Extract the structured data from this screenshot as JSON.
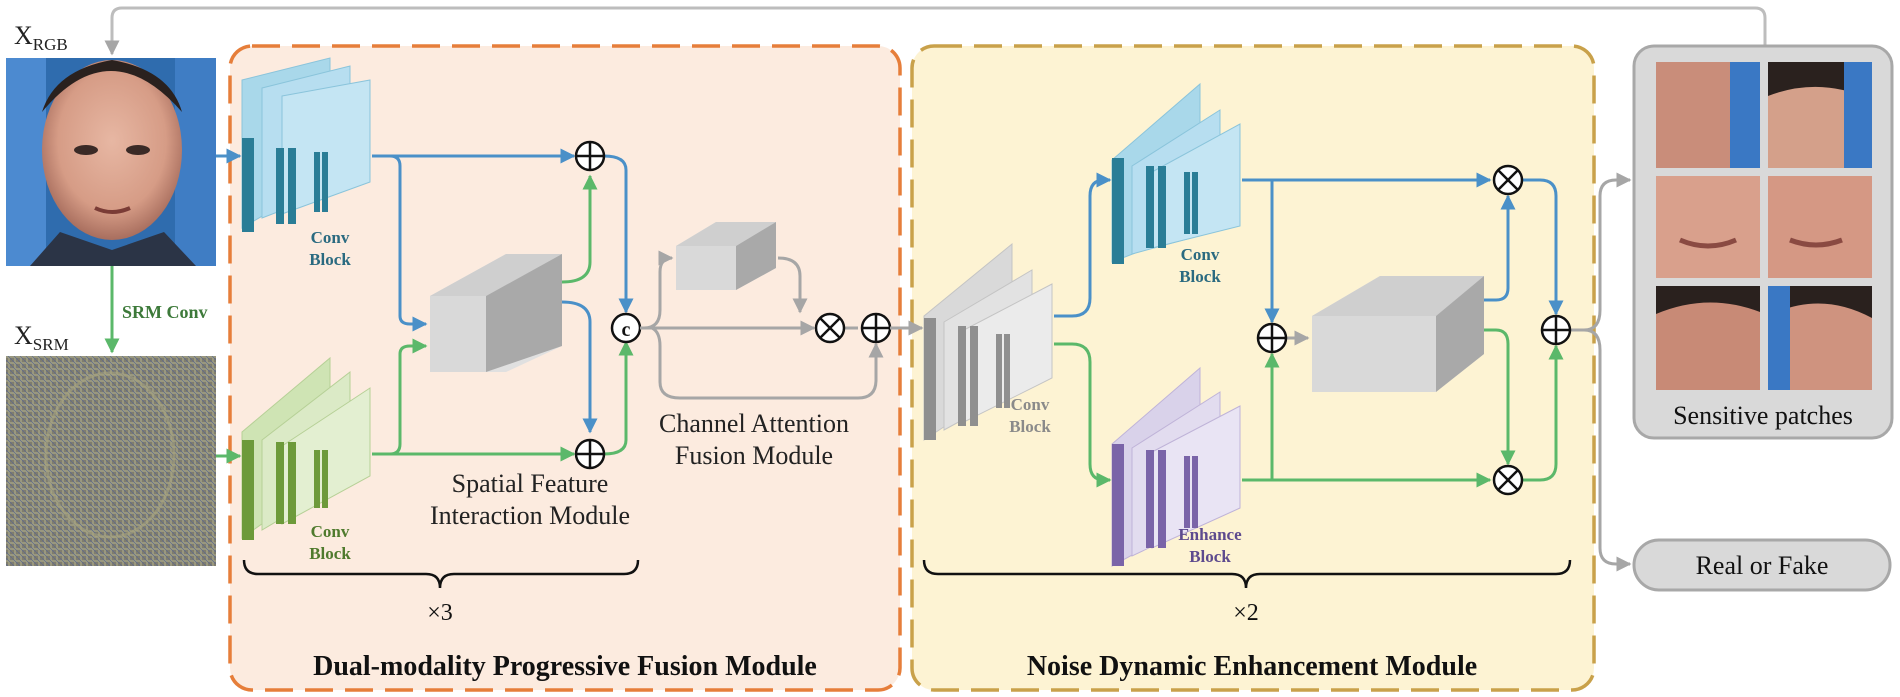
{
  "inputs": {
    "rgb": {
      "label": "X",
      "sub": "RGB"
    },
    "srm": {
      "label": "X",
      "sub": "SRM"
    },
    "srm_conv_label": "SRM Conv"
  },
  "dpfm": {
    "title": "Dual-modality Progressive Fusion Module",
    "conv_rgb": [
      "Conv",
      "Block"
    ],
    "conv_srm": [
      "Conv",
      "Block"
    ],
    "sfim": [
      "Spatial Feature",
      "Interaction Module"
    ],
    "cafm": [
      "Channel Attention",
      "Fusion Module"
    ],
    "repeat": "×3",
    "concat_symbol": "c"
  },
  "ndem": {
    "title": "Noise Dynamic Enhancement Module",
    "conv_in": [
      "Conv",
      "Block"
    ],
    "conv_top": [
      "Conv",
      "Block"
    ],
    "enhance": [
      "Enhance",
      "Block"
    ],
    "repeat": "×2"
  },
  "outputs": {
    "sensitive_patches": "Sensitive patches",
    "real_or_fake": "Real or Fake"
  },
  "colors": {
    "dpfm_bg": "#fcebdf",
    "dpfm_border": "#e67e3a",
    "ndem_bg": "#fdf3d3",
    "ndem_border": "#c9a14a",
    "rgb_block": "#a9d8ea",
    "rgb_bar": "#2a7d96",
    "srm_block": "#cfe4b4",
    "srm_bar": "#6d9a3a",
    "gray_block": "#d9d9d9",
    "gray_bar": "#8f8f8f",
    "enhance_block": "#d9d2ea",
    "enhance_bar": "#7a64a8",
    "blue_line": "#4a90c8",
    "green_line": "#5bb86a",
    "gray_line": "#a6a6a6",
    "output_box": "#d9d9d9"
  },
  "icons": {
    "add": "circled-plus-icon",
    "multiply": "circled-times-icon",
    "concat": "circled-c-icon"
  }
}
